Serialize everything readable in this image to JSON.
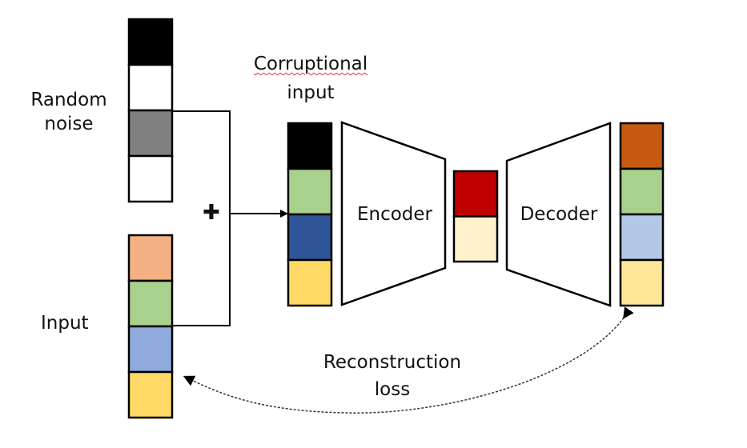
{
  "labels": {
    "random_noise": [
      "Random",
      "noise"
    ],
    "input": "Input",
    "corruptional_input": [
      "Corruptional",
      "input"
    ],
    "encoder": "Encoder",
    "decoder": "Decoder",
    "reconstruction_loss": [
      "Reconstruction",
      "loss"
    ],
    "plus": "✚"
  },
  "vectors": {
    "random_noise": [
      "#000000",
      "#ffffff",
      "#808080",
      "#ffffff"
    ],
    "input": [
      "#f4b183",
      "#a9d18e",
      "#8faadc",
      "#ffd966"
    ],
    "corrupted_input": [
      "#000000",
      "#a9d18e",
      "#2f5597",
      "#ffd966"
    ],
    "latent": [
      "#c00000",
      "#fff2cc"
    ],
    "output": [
      "#c55a11",
      "#a9d18e",
      "#b4c7e7",
      "#ffe699"
    ]
  },
  "colors": {
    "stroke": "#000000",
    "dashed_arrow": "#333333",
    "spellcheck_underline": "#e0304a"
  }
}
